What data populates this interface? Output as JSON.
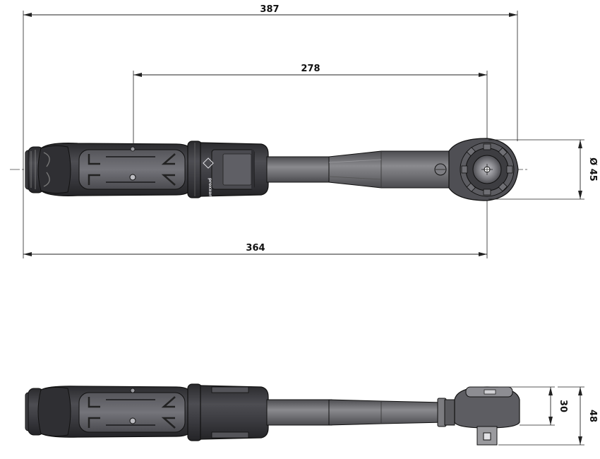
{
  "dimensions": {
    "overall_length": "387",
    "pivot_span": "278",
    "body_length": "364",
    "head_diameter": "Ø 45",
    "head_thickness": "30",
    "overall_height": "48"
  },
  "brand": {
    "logo_text": "proxxon"
  },
  "colors": {
    "rubber": "#3a3a3d",
    "rubber_highlight": "#5b5b60",
    "steel": "#6e6e72",
    "steel_light": "#8a8a8e",
    "outline": "#111111"
  }
}
